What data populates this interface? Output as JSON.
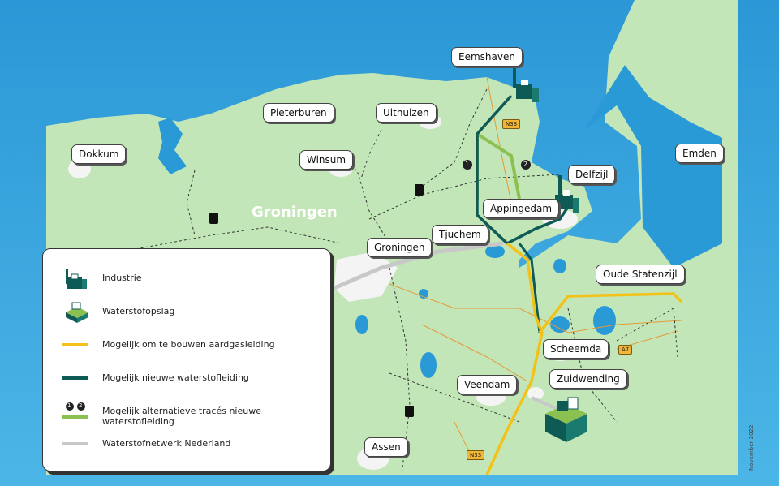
{
  "places": {
    "eemshaven": "Eemshaven",
    "pieterburen": "Pieterburen",
    "uithuizen": "Uithuizen",
    "dokkum": "Dokkum",
    "winsum": "Winsum",
    "delfzijl": "Delfzijl",
    "emden": "Emden",
    "appingedam": "Appingedam",
    "tjuchem": "Tjuchem",
    "groningen_city": "Groningen",
    "oude_statenzijl": "Oude Statenzijl",
    "scheemda": "Scheemda",
    "zuidwending": "Zuidwending",
    "veendam": "Veendam",
    "assen": "Assen"
  },
  "region_label": "Groningen",
  "roads": {
    "n33_top": "N33",
    "n33_bottom": "N33",
    "a7": "A7"
  },
  "route_markers": [
    "1",
    "2"
  ],
  "legend": {
    "items": [
      {
        "icon": "industry-icon",
        "label": "Industrie"
      },
      {
        "icon": "storage-icon",
        "label": "Waterstofopslag"
      },
      {
        "icon": "yellow-line",
        "label": "Mogelijk om te bouwen aardgasleiding"
      },
      {
        "icon": "darkgreen-line",
        "label": "Mogelijk nieuwe waterstofleiding"
      },
      {
        "icon": "route-alternatives",
        "label": "Mogelijk alternatieve tracés nieuwe waterstofleiding",
        "markers": [
          "1",
          "2"
        ]
      },
      {
        "icon": "grey-line",
        "label": "Waterstofnetwerk Nederland"
      }
    ]
  },
  "side_note": "November 2022",
  "colors": {
    "sea": "#2a9ad7",
    "land": "#c3e6b8",
    "yellow": "#f2c21a",
    "dark_green": "#0e5a55",
    "light_green": "#8cc152",
    "grey": "#c8c8c8"
  }
}
